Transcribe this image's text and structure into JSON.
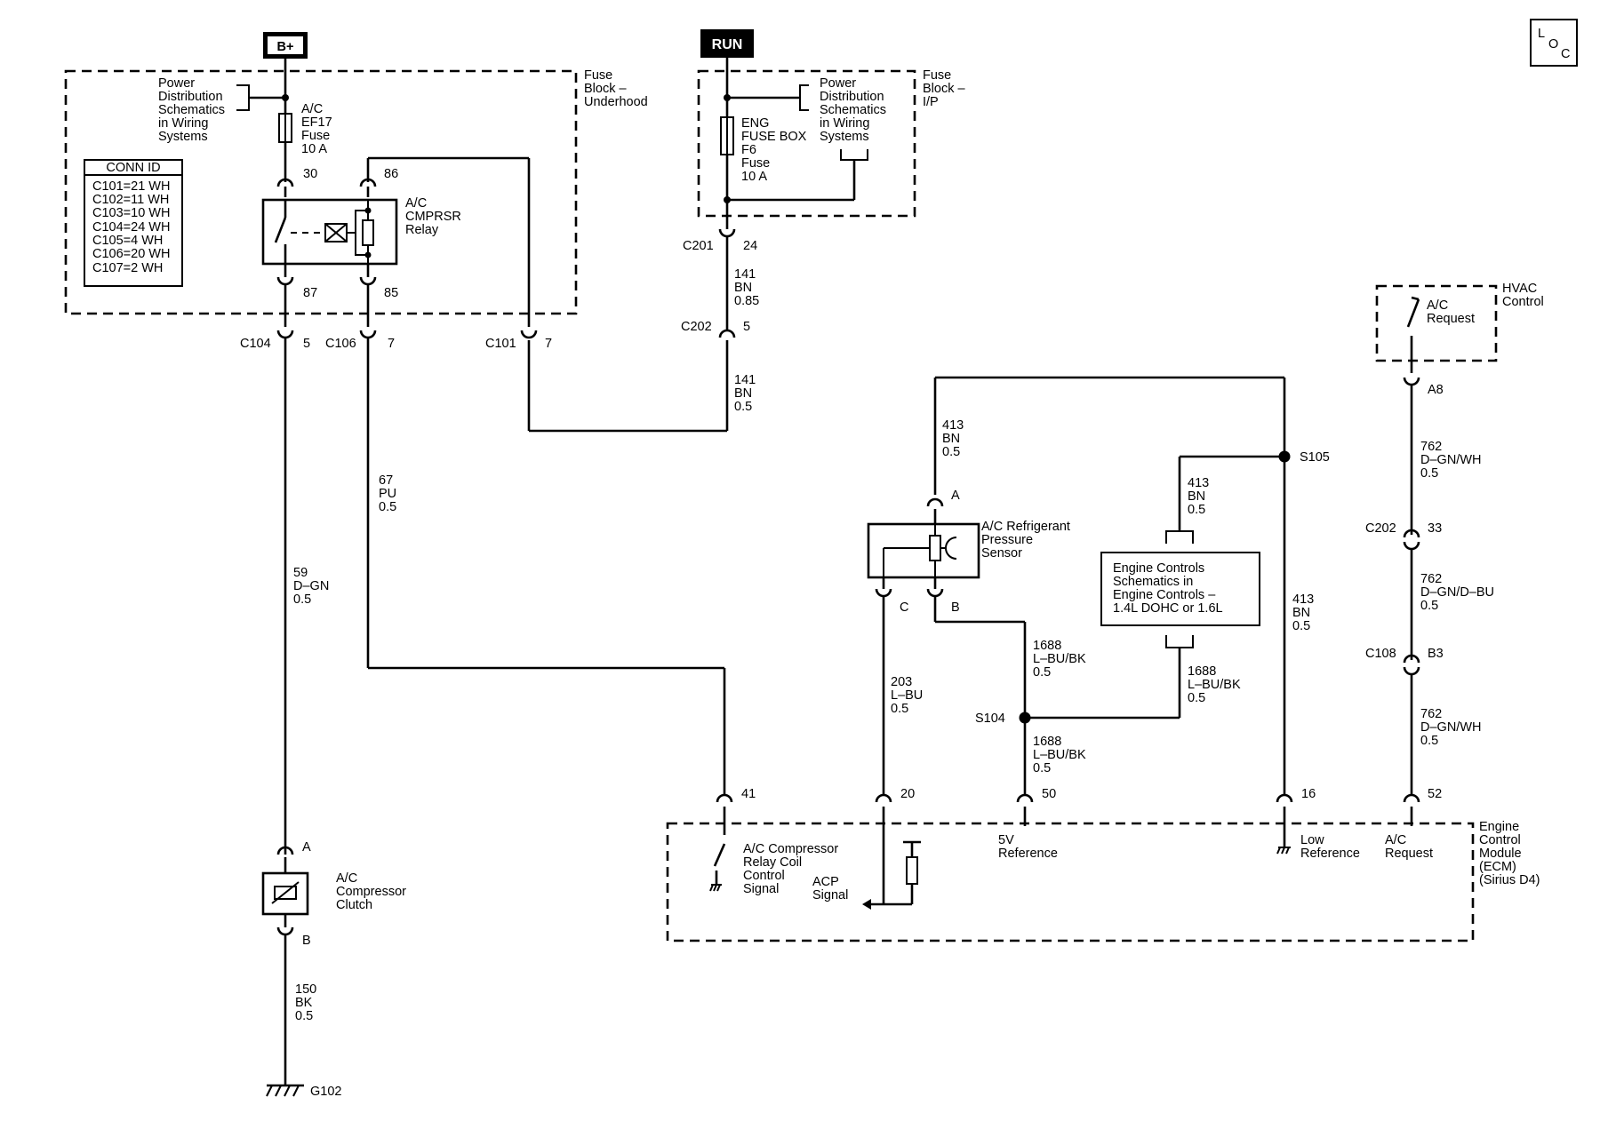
{
  "corner_logo": {
    "l": "L",
    "o": "O",
    "c": "C"
  },
  "power": {
    "bplus": "B+",
    "run": "RUN"
  },
  "fuse_block_underhood": {
    "title_lines": [
      "Fuse",
      "Block –",
      "Underhood"
    ],
    "power_dist_lines": [
      "Power",
      "Distribution",
      "Schematics",
      "in Wiring",
      "Systems"
    ],
    "fuse_lines": [
      "A/C",
      "EF17",
      "Fuse",
      "10 A"
    ],
    "conn_id_title": "CONN ID",
    "conn_id_rows": [
      "C101=21 WH",
      "C102=11 WH",
      "C103=10 WH",
      "C104=24 WH",
      "C105=4 WH",
      "C106=20 WH",
      "C107=2 WH"
    ],
    "relay_lines": [
      "A/C",
      "CMPRSR",
      "Relay"
    ],
    "pins": {
      "p30": "30",
      "p86": "86",
      "p87": "87",
      "p85": "85"
    }
  },
  "fuse_block_ip": {
    "title_lines": [
      "Fuse",
      "Block –",
      "I/P"
    ],
    "power_dist_lines": [
      "Power",
      "Distribution",
      "Schematics",
      "in Wiring",
      "Systems"
    ],
    "fuse_lines": [
      "ENG",
      "FUSE BOX",
      "F6",
      "Fuse",
      "10 A"
    ]
  },
  "connectors": {
    "c104": {
      "name": "C104",
      "pin": "5"
    },
    "c106": {
      "name": "C106",
      "pin": "7"
    },
    "c101": {
      "name": "C101",
      "pin": "7"
    },
    "c201": {
      "name": "C201",
      "pin": "24"
    },
    "c202a": {
      "name": "C202",
      "pin": "5"
    },
    "c202b": {
      "name": "C202",
      "pin": "33"
    },
    "c108": {
      "name": "C108",
      "pin": "B3"
    }
  },
  "wires": {
    "w59": [
      "59",
      "D–GN",
      "0.5"
    ],
    "w67": [
      "67",
      "PU",
      "0.5"
    ],
    "w141a": [
      "141",
      "BN",
      "0.85"
    ],
    "w141b": [
      "141",
      "BN",
      "0.5"
    ],
    "w413a": [
      "413",
      "BN",
      "0.5"
    ],
    "w413b": [
      "413",
      "BN",
      "0.5"
    ],
    "w413c": [
      "413",
      "BN",
      "0.5"
    ],
    "w203": [
      "203",
      "L–BU",
      "0.5"
    ],
    "w1688a": [
      "1688",
      "L–BU/BK",
      "0.5"
    ],
    "w1688b": [
      "1688",
      "L–BU/BK",
      "0.5"
    ],
    "w1688c": [
      "1688",
      "L–BU/BK",
      "0.5"
    ],
    "w762a": [
      "762",
      "D–GN/WH",
      "0.5"
    ],
    "w762b": [
      "762",
      "D–GN/D–BU",
      "0.5"
    ],
    "w762c": [
      "762",
      "D–GN/WH",
      "0.5"
    ],
    "w150": [
      "150",
      "BK",
      "0.5"
    ]
  },
  "splices": {
    "s104": "S104",
    "s105": "S105"
  },
  "sensor": {
    "lines": [
      "A/C Refrigerant",
      "Pressure",
      "Sensor"
    ],
    "pin_a": "A",
    "pin_b": "B",
    "pin_c": "C"
  },
  "engine_controls": {
    "lines": [
      "Engine Controls",
      "Schematics in",
      "Engine Controls –",
      "1.4L DOHC or 1.6L"
    ]
  },
  "hvac": {
    "title_lines": [
      "HVAC",
      "Control"
    ],
    "switch_lines": [
      "A/C",
      "Request"
    ],
    "pin": "A8"
  },
  "ecm": {
    "title_lines": [
      "Engine",
      "Control",
      "Module",
      "(ECM)",
      "(Sirius D4)"
    ],
    "pins": {
      "p41": "41",
      "p20": "20",
      "p50": "50",
      "p16": "16",
      "p52": "52"
    },
    "relay_coil_lines": [
      "A/C Compressor",
      "Relay Coil",
      "Control",
      "Signal"
    ],
    "acp_lines": [
      "ACP",
      "Signal"
    ],
    "ref5v_lines": [
      "5V",
      "Reference"
    ],
    "lowref_lines": [
      "Low",
      "Reference"
    ],
    "acreq_lines": [
      "A/C",
      "Request"
    ]
  },
  "clutch": {
    "lines": [
      "A/C",
      "Compressor",
      "Clutch"
    ],
    "pin_a": "A",
    "pin_b": "B"
  },
  "ground": {
    "name": "G102"
  }
}
